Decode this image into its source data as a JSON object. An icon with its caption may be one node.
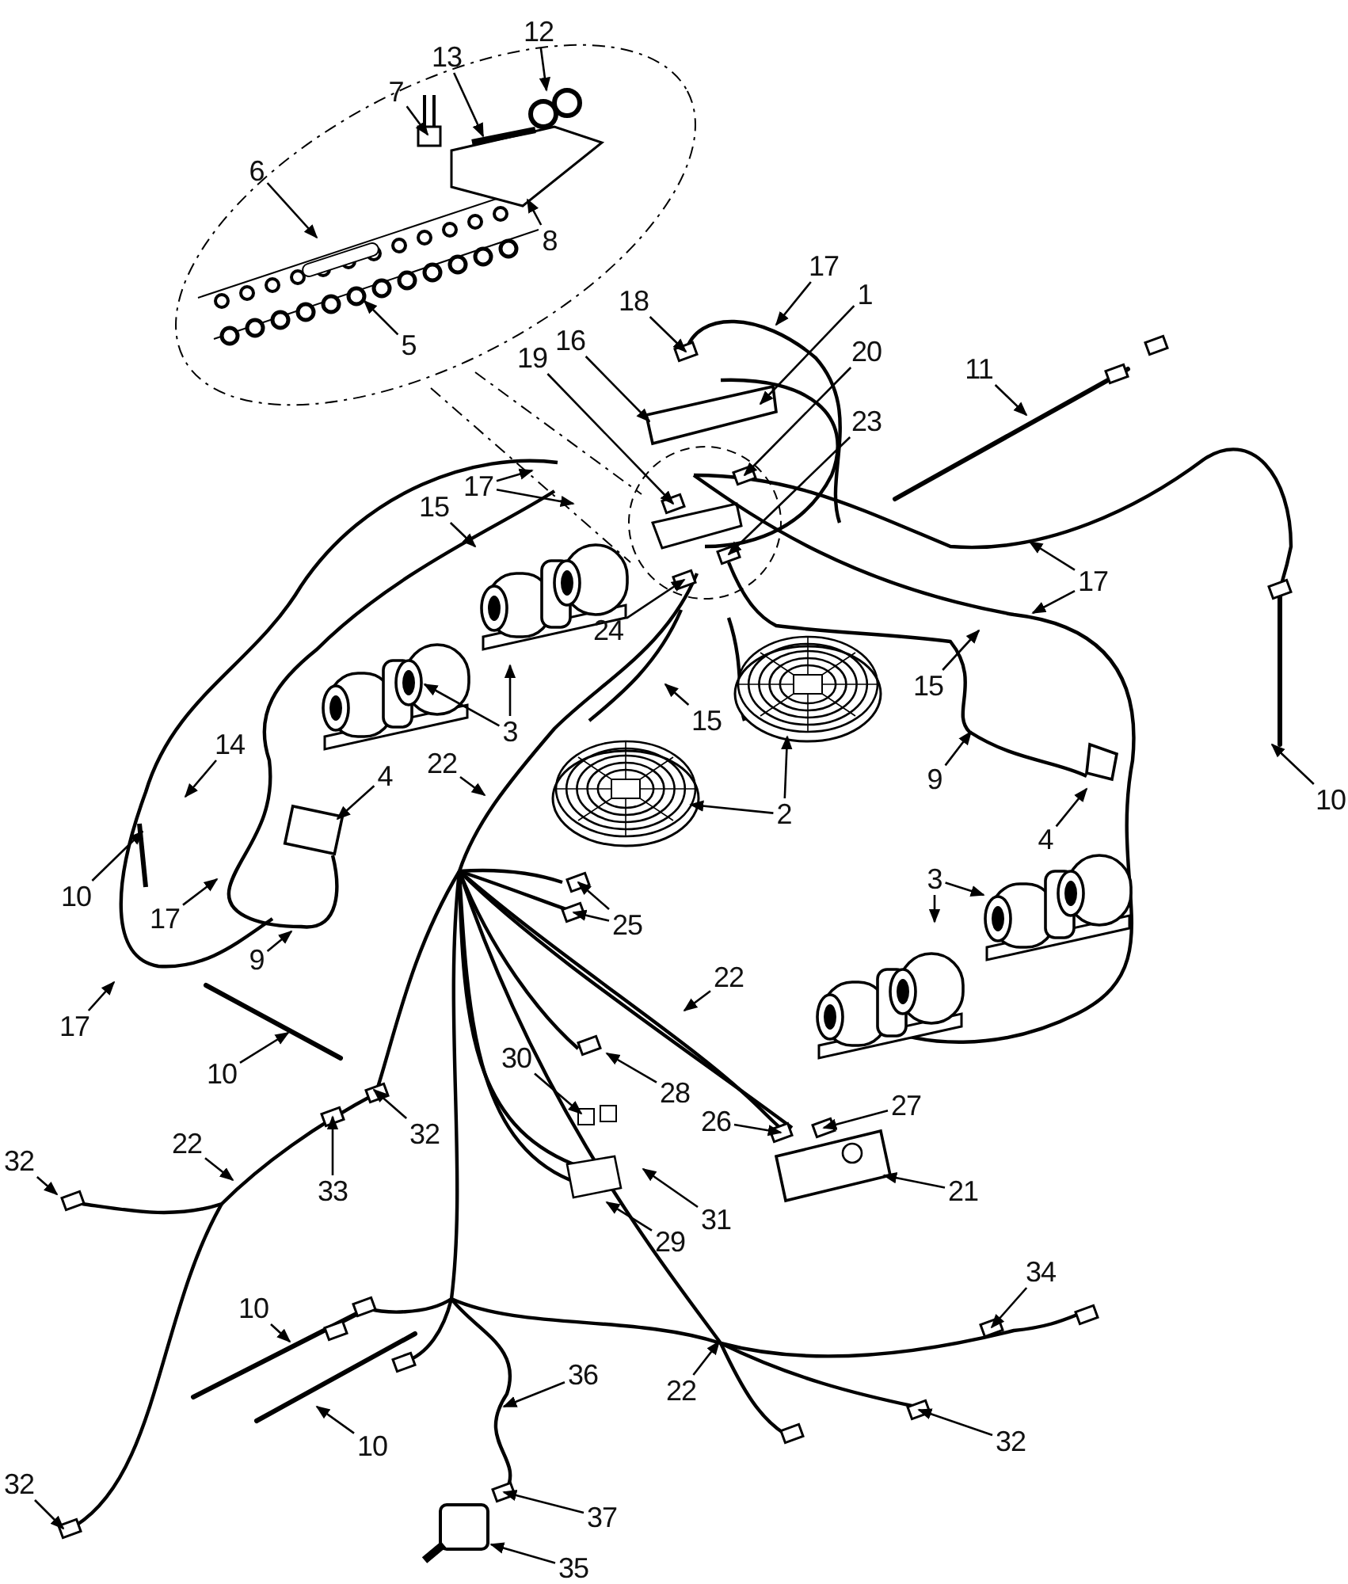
{
  "diagram": {
    "nodes": [
      {
        "text": [
          "12"
        ]
      },
      {
        "text": [
          "13"
        ]
      },
      {
        "text": [
          "7"
        ]
      },
      {
        "text": [
          "6"
        ]
      },
      {
        "text": [
          "8"
        ]
      },
      {
        "text": [
          "5"
        ]
      },
      {
        "text": [
          "18"
        ]
      },
      {
        "text": [
          "17"
        ]
      },
      {
        "text": [
          "1"
        ]
      },
      {
        "text": [
          "16"
        ]
      },
      {
        "text": [
          "19"
        ]
      },
      {
        "text": [
          "20"
        ]
      },
      {
        "text": [
          "23"
        ]
      },
      {
        "text": [
          "11"
        ]
      },
      {
        "text": [
          "17"
        ]
      },
      {
        "text": [
          "15"
        ]
      },
      {
        "text": [
          "24"
        ]
      },
      {
        "text": [
          "17"
        ]
      },
      {
        "text": [
          "3"
        ]
      },
      {
        "text": [
          "15"
        ]
      },
      {
        "text": [
          "15"
        ]
      },
      {
        "text": [
          "22"
        ]
      },
      {
        "text": [
          "4"
        ]
      },
      {
        "text": [
          "14"
        ]
      },
      {
        "text": [
          "2"
        ]
      },
      {
        "text": [
          "9"
        ]
      },
      {
        "text": [
          "4"
        ]
      },
      {
        "text": [
          "10"
        ]
      },
      {
        "text": [
          "10"
        ]
      },
      {
        "text": [
          "17"
        ]
      },
      {
        "text": [
          "9"
        ]
      },
      {
        "text": [
          "25"
        ]
      },
      {
        "text": [
          "3"
        ]
      },
      {
        "text": [
          "17"
        ]
      },
      {
        "text": [
          "10"
        ]
      },
      {
        "text": [
          "22"
        ]
      },
      {
        "text": [
          "28"
        ]
      },
      {
        "text": [
          "30"
        ]
      },
      {
        "text": [
          "26"
        ]
      },
      {
        "text": [
          "27"
        ]
      },
      {
        "text": [
          "32"
        ]
      },
      {
        "text": [
          "33"
        ]
      },
      {
        "text": [
          "22"
        ]
      },
      {
        "text": [
          "32"
        ]
      },
      {
        "text": [
          "21"
        ]
      },
      {
        "text": [
          "31"
        ]
      },
      {
        "text": [
          "29"
        ]
      },
      {
        "text": [
          "34"
        ]
      },
      {
        "text": [
          "10"
        ]
      },
      {
        "text": [
          "36"
        ]
      },
      {
        "text": [
          "22"
        ]
      },
      {
        "text": [
          "32"
        ]
      },
      {
        "text": [
          "10"
        ]
      },
      {
        "text": [
          "32"
        ]
      },
      {
        "text": [
          "37"
        ]
      },
      {
        "text": [
          "35"
        ]
      }
    ],
    "edges": [
      {
        "from": 0,
        "to": null,
        "arrow": "to"
      },
      {
        "from": 1,
        "to": null,
        "arrow": "to"
      },
      {
        "from": 2,
        "to": null,
        "arrow": "to"
      },
      {
        "from": 3,
        "to": null,
        "arrow": "to"
      },
      {
        "from": 4,
        "to": null,
        "arrow": "to"
      },
      {
        "from": 5,
        "to": null,
        "arrow": "to"
      },
      {
        "from": 6,
        "to": null,
        "arrow": "to"
      },
      {
        "from": 7,
        "to": null,
        "arrow": "to"
      },
      {
        "from": 8,
        "to": null,
        "arrow": "to"
      },
      {
        "from": 9,
        "to": null,
        "arrow": "to"
      },
      {
        "from": 10,
        "to": null,
        "arrow": "to"
      },
      {
        "from": 11,
        "to": null,
        "arrow": "to"
      },
      {
        "from": 12,
        "to": null,
        "arrow": "to"
      },
      {
        "from": 13,
        "to": null,
        "arrow": "to"
      },
      {
        "from": 14,
        "to": null,
        "arrow": "to"
      },
      {
        "from": 14,
        "to": null,
        "arrow": "to"
      },
      {
        "from": 15,
        "to": null,
        "arrow": "to"
      },
      {
        "from": 16,
        "to": null,
        "arrow": "to"
      },
      {
        "from": 17,
        "to": null,
        "arrow": "to"
      },
      {
        "from": 17,
        "to": null,
        "arrow": "to"
      },
      {
        "from": 18,
        "to": null,
        "arrow": "to"
      },
      {
        "from": 18,
        "to": null,
        "arrow": "to"
      },
      {
        "from": 19,
        "to": null,
        "arrow": "to"
      },
      {
        "from": 20,
        "to": null,
        "arrow": "to"
      },
      {
        "from": 21,
        "to": null,
        "arrow": "to"
      },
      {
        "from": 22,
        "to": null,
        "arrow": "to"
      },
      {
        "from": 23,
        "to": null,
        "arrow": "to"
      },
      {
        "from": 24,
        "to": null,
        "arrow": "to"
      },
      {
        "from": 24,
        "to": null,
        "arrow": "to"
      },
      {
        "from": 25,
        "to": null,
        "arrow": "to"
      },
      {
        "from": 26,
        "to": null,
        "arrow": "to"
      },
      {
        "from": 27,
        "to": null,
        "arrow": "to"
      },
      {
        "from": 28,
        "to": null,
        "arrow": "to"
      },
      {
        "from": 29,
        "to": null,
        "arrow": "to"
      },
      {
        "from": 30,
        "to": null,
        "arrow": "to"
      },
      {
        "from": 31,
        "to": null,
        "arrow": "to"
      },
      {
        "from": 31,
        "to": null,
        "arrow": "to"
      },
      {
        "from": 32,
        "to": null,
        "arrow": "to"
      },
      {
        "from": 32,
        "to": null,
        "arrow": "to"
      },
      {
        "from": 33,
        "to": null,
        "arrow": "to"
      },
      {
        "from": 34,
        "to": null,
        "arrow": "to"
      },
      {
        "from": 35,
        "to": null,
        "arrow": "to"
      },
      {
        "from": 36,
        "to": null,
        "arrow": "to"
      },
      {
        "from": 37,
        "to": null,
        "arrow": "to"
      },
      {
        "from": 38,
        "to": null,
        "arrow": "to"
      },
      {
        "from": 39,
        "to": null,
        "arrow": "to"
      },
      {
        "from": 40,
        "to": null,
        "arrow": "to"
      },
      {
        "from": 41,
        "to": null,
        "arrow": "to"
      },
      {
        "from": 42,
        "to": null,
        "arrow": "to"
      },
      {
        "from": 43,
        "to": null,
        "arrow": "to"
      },
      {
        "from": 44,
        "to": null,
        "arrow": "to"
      },
      {
        "from": 45,
        "to": null,
        "arrow": "to"
      },
      {
        "from": 46,
        "to": null,
        "arrow": "to"
      },
      {
        "from": 47,
        "to": null,
        "arrow": "to"
      },
      {
        "from": 48,
        "to": null,
        "arrow": "to"
      },
      {
        "from": 49,
        "to": null,
        "arrow": "to"
      },
      {
        "from": 50,
        "to": null,
        "arrow": "to"
      },
      {
        "from": 51,
        "to": null,
        "arrow": "to"
      },
      {
        "from": 52,
        "to": null,
        "arrow": "to"
      },
      {
        "from": 53,
        "to": null,
        "arrow": "to"
      },
      {
        "from": 54,
        "to": null,
        "arrow": "to"
      },
      {
        "from": 55,
        "to": null,
        "arrow": "to"
      }
    ]
  }
}
